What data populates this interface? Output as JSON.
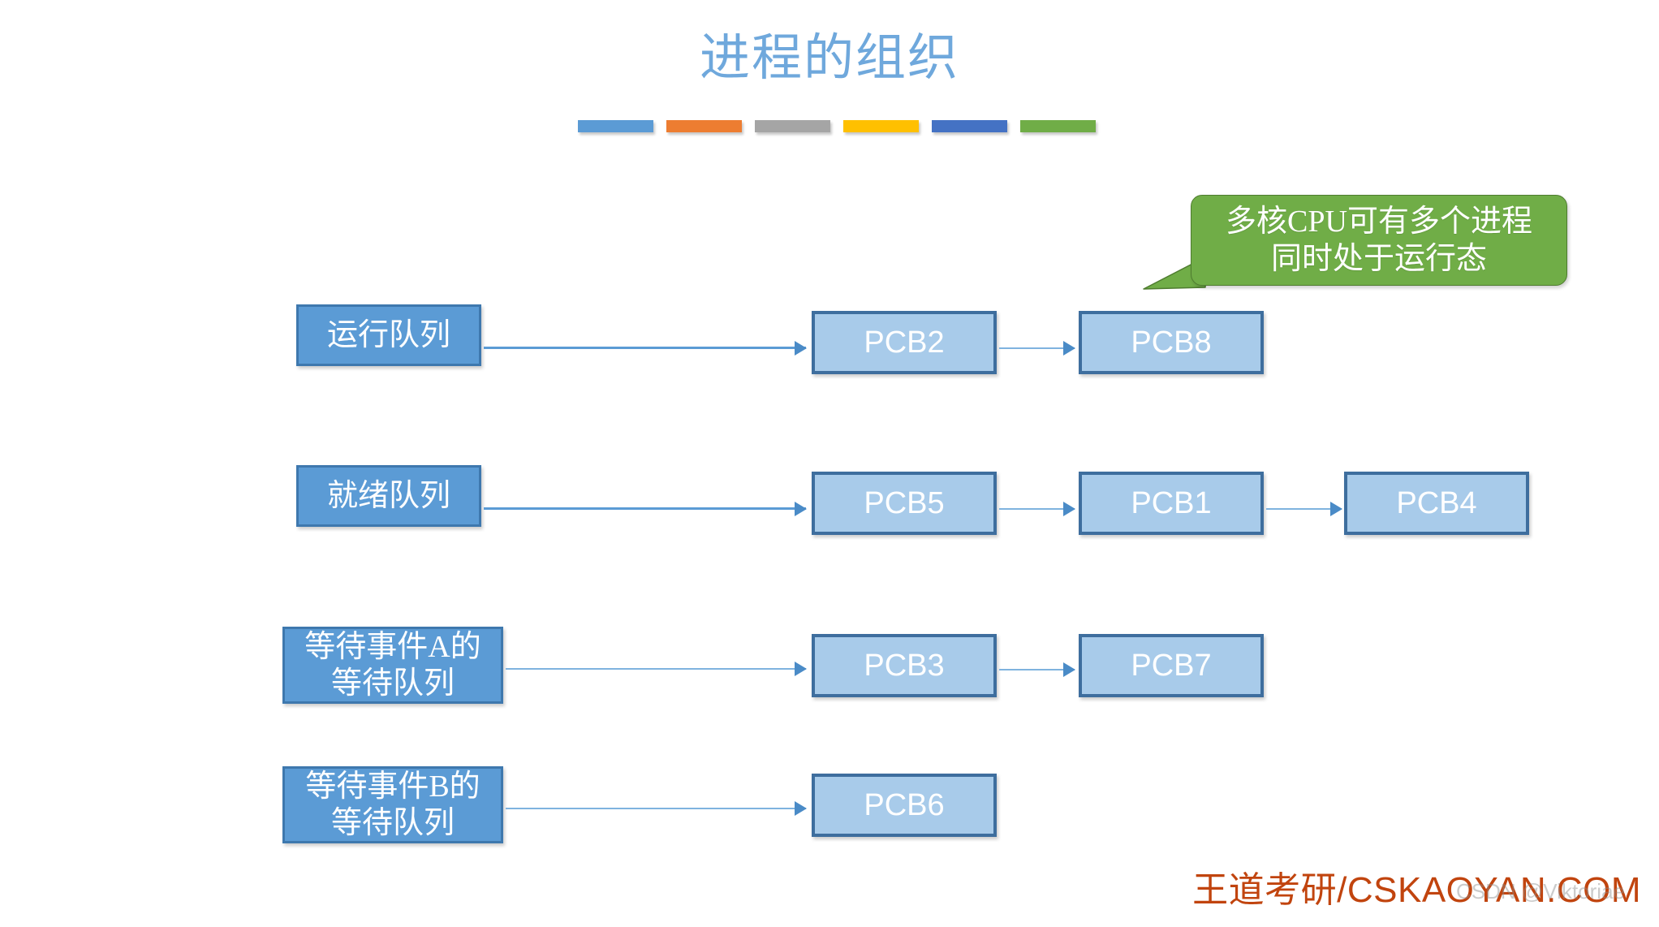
{
  "slide": {
    "title": "进程的组织",
    "title_color": "#6FA8DC",
    "background": "#ffffff"
  },
  "accent_bars": [
    {
      "name": "bar-blue",
      "color": "#5B9BD5"
    },
    {
      "name": "bar-orange",
      "color": "#ED7D31"
    },
    {
      "name": "bar-gray",
      "color": "#A5A5A5"
    },
    {
      "name": "bar-yellow",
      "color": "#FFC000"
    },
    {
      "name": "bar-dark-blue",
      "color": "#4472C4"
    },
    {
      "name": "bar-green",
      "color": "#70AD47"
    }
  ],
  "callout": {
    "line1": "多核CPU可有多个进程",
    "line2": "同时处于运行态",
    "fill": "#70AD47",
    "text_color": "#ffffff"
  },
  "palette": {
    "queue_fill": "#5B9BD5",
    "queue_border": "#3E78AE",
    "pcb_fill": "#A8CBEA",
    "pcb_border": "#3E6E9E",
    "arrow": "#5B9BD5",
    "footer": "#C1440E"
  },
  "rows": [
    {
      "queue": {
        "line1": "运行队列",
        "line2": ""
      },
      "pcbs": [
        "PCB2",
        "PCB8"
      ]
    },
    {
      "queue": {
        "line1": "就绪队列",
        "line2": ""
      },
      "pcbs": [
        "PCB5",
        "PCB1",
        "PCB4"
      ]
    },
    {
      "queue": {
        "line1": "等待事件A的",
        "line2": "等待队列"
      },
      "pcbs": [
        "PCB3",
        "PCB7"
      ]
    },
    {
      "queue": {
        "line1": "等待事件B的",
        "line2": "等待队列"
      },
      "pcbs": [
        "PCB6"
      ]
    }
  ],
  "footer": {
    "brand": "王道考研/CSKAOYAN.COM",
    "watermark": "CSDN @Viktoriae"
  }
}
